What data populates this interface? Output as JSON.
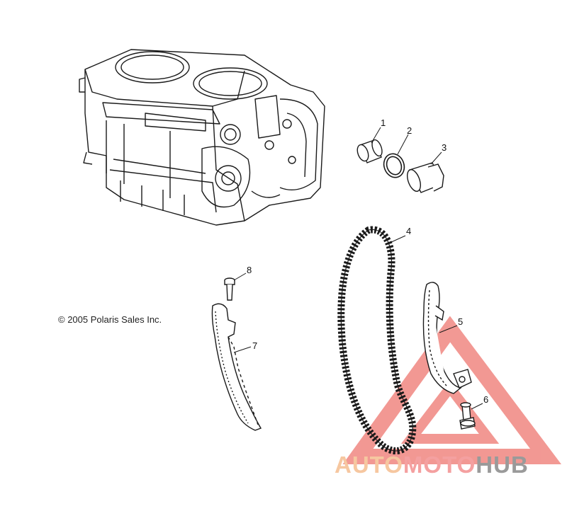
{
  "copyright": "© 2005 Polaris Sales Inc.",
  "callouts": [
    "1",
    "2",
    "3",
    "4",
    "5",
    "6",
    "7",
    "8"
  ],
  "watermark": {
    "part1": "AUTO",
    "part2": "MOTO",
    "part3": "HUB",
    "colors": {
      "triangle": "#e8453c",
      "auto": "#f6c7a0",
      "moto": "#f4a0a0",
      "hub": "#9a9a9a"
    }
  },
  "line_color": "#1a1a1a"
}
